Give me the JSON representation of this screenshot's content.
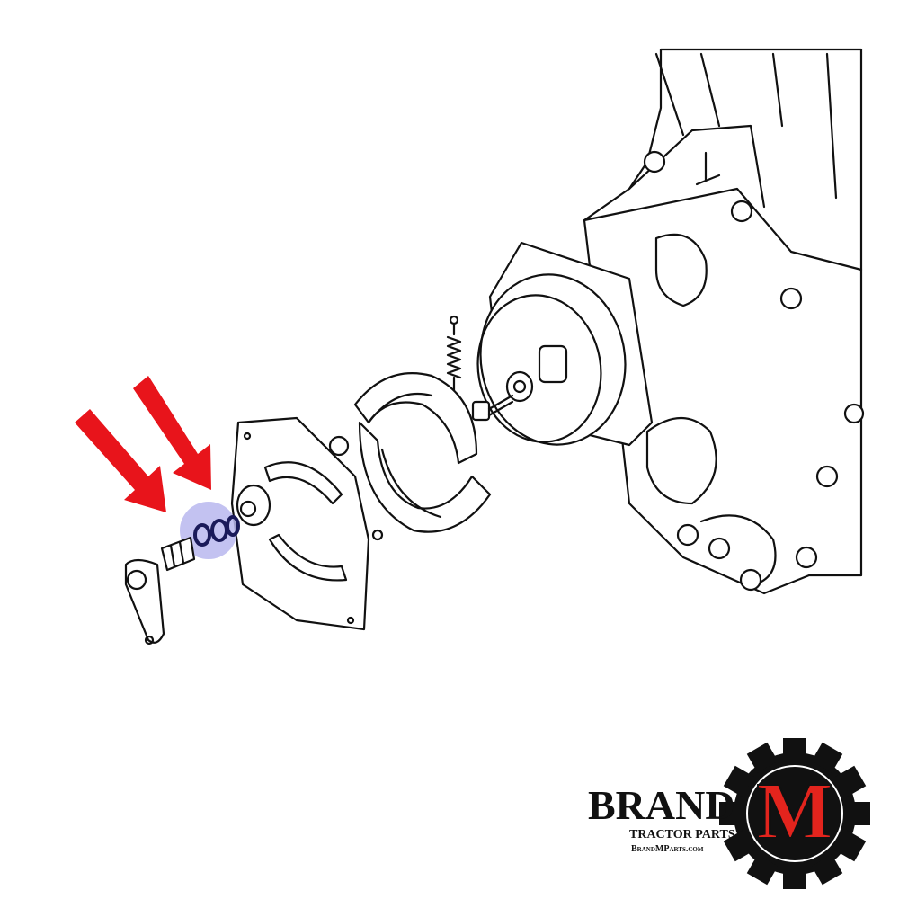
{
  "logo": {
    "brand": "BRAND",
    "letter": "M",
    "tagline": "TRACTOR PARTS",
    "website": "BrandMParts.com"
  },
  "colors": {
    "arrow": "#e8141b",
    "highlight": "#b9b7ee",
    "logo_m": "#e3241d",
    "line_art": "#111111"
  },
  "icons": [
    "arrow-pointer-icon",
    "gear-icon"
  ]
}
